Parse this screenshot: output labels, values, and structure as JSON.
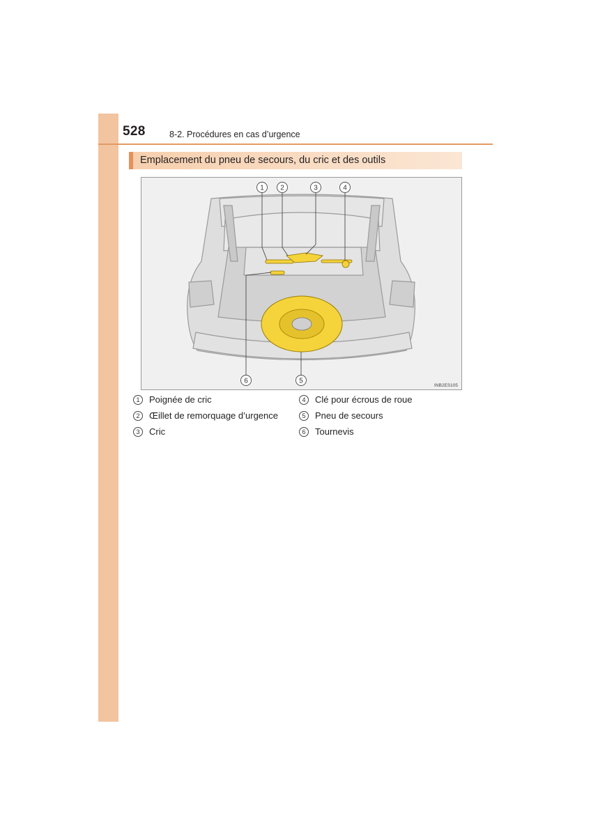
{
  "page": {
    "number": "528",
    "chapter": "8-2. Procédures en cas d’urgence"
  },
  "section": {
    "title": "Emplacement du pneu de secours, du cric et des outils"
  },
  "figure": {
    "code": "INB2ES105",
    "callouts": [
      "1",
      "2",
      "3",
      "4",
      "5",
      "6"
    ]
  },
  "legend": [
    {
      "num": "1",
      "label": "Poignée de cric"
    },
    {
      "num": "2",
      "label": "Œillet de remorquage d’urgence"
    },
    {
      "num": "3",
      "label": "Cric"
    },
    {
      "num": "4",
      "label": "Clé pour écrous de roue"
    },
    {
      "num": "5",
      "label": "Pneu de secours"
    },
    {
      "num": "6",
      "label": "Tournevis"
    }
  ],
  "colors": {
    "accent": "#e8905a",
    "tab": "#f2c4a0",
    "highlight_yellow": "#f5d33a"
  }
}
